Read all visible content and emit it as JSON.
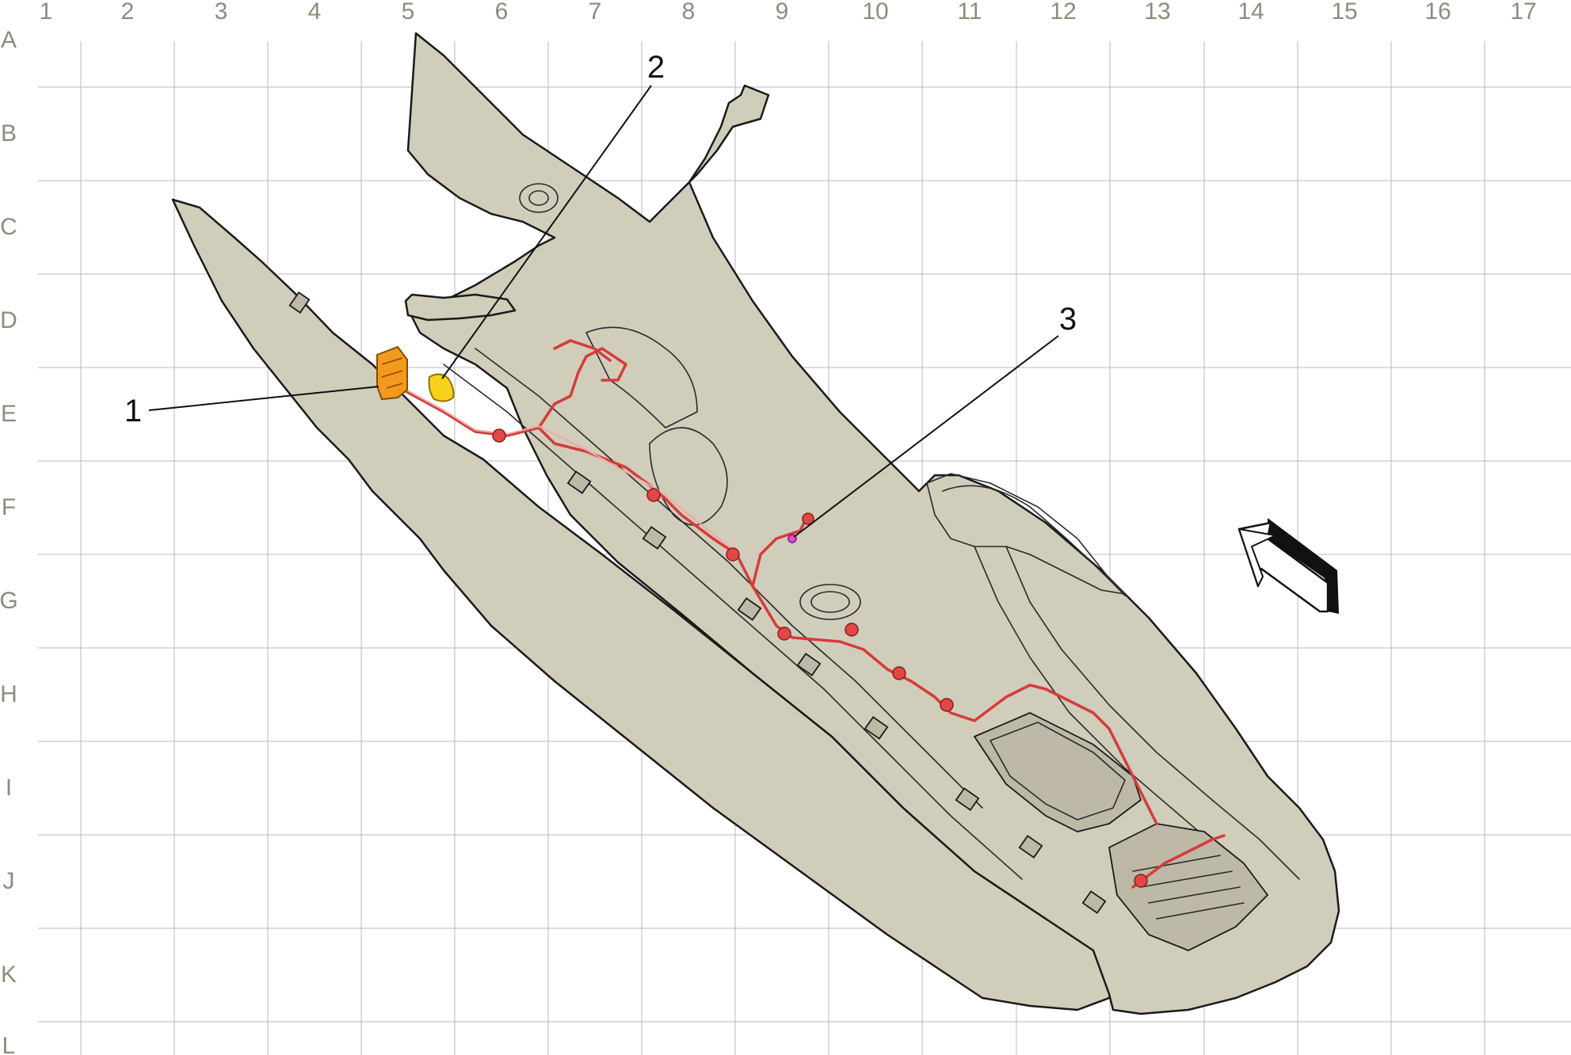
{
  "grid": {
    "columns": [
      "1",
      "2",
      "3",
      "4",
      "5",
      "6",
      "7",
      "8",
      "9",
      "10",
      "11",
      "12",
      "13",
      "14",
      "15",
      "16",
      "17"
    ],
    "rows": [
      "A",
      "B",
      "C",
      "D",
      "E",
      "F",
      "G",
      "H",
      "I",
      "J",
      "K",
      "L"
    ]
  },
  "callouts": [
    {
      "id": "1",
      "label": "1"
    },
    {
      "id": "2",
      "label": "2"
    },
    {
      "id": "3",
      "label": "3"
    }
  ],
  "colors": {
    "part_fill": "#d0cdbb",
    "harness": "#d63b3b",
    "connector_1": "#f39a1e",
    "connector_2": "#f6d21a",
    "component_3": "#e64bd8",
    "grid": "#b8b8b8",
    "labels": "#8c8c7e"
  },
  "icons": {
    "direction_arrow": "forward-direction-arrow-icon"
  }
}
